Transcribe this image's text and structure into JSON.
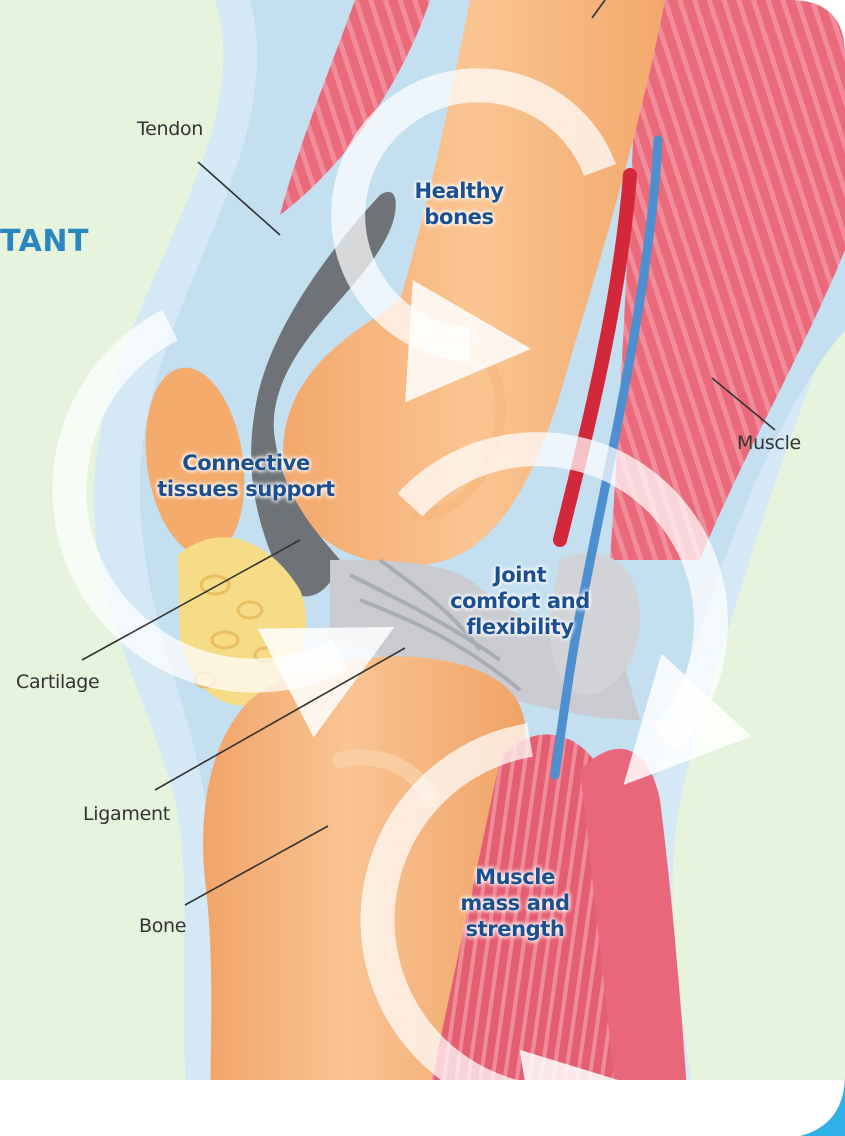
{
  "heading_fragment": "TANT",
  "labels": {
    "tendon": "Tendon",
    "muscle": "Muscle",
    "cartilage": "Cartilage",
    "ligament": "Ligament",
    "bone": "Bone"
  },
  "callouts": {
    "healthy_bones": [
      "Healthy",
      "bones"
    ],
    "connective": [
      "Connective",
      "tissues support"
    ],
    "joint": [
      "Joint",
      "comfort and",
      "flexibility"
    ],
    "muscle_mass": [
      "Muscle",
      "mass and",
      "strength"
    ]
  },
  "colors": {
    "background_green": "#e6f3dd",
    "skin_blue": "#d4e9f5",
    "bone_orange": "#f8c089",
    "muscle_red": "#ea6a7b",
    "cartilage_gray": "#6f7378",
    "fat_yellow": "#f6dc86",
    "callout_text": "#1b4f8f",
    "heading_blue": "#2a86bf",
    "corner_accent": "#2fb0e6"
  }
}
